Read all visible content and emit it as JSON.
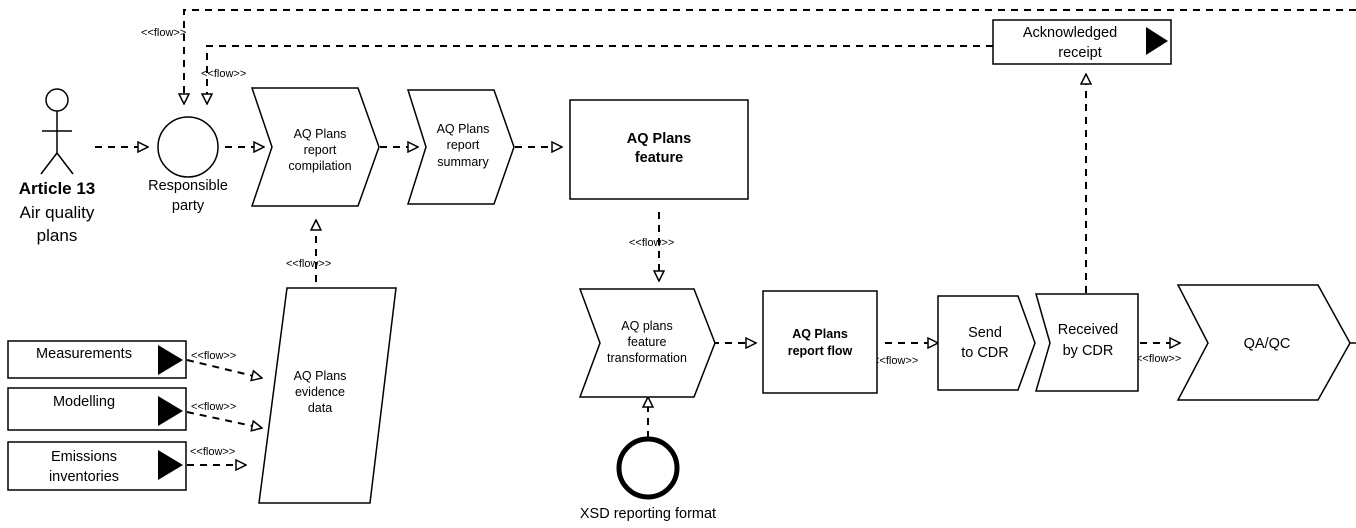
{
  "actor": {
    "title": "Article 13",
    "line1": "Air quality",
    "line2": "plans"
  },
  "responsible_party": {
    "line1": "Responsible",
    "line2": "party"
  },
  "compilation": {
    "line1": "AQ Plans",
    "line2": "report",
    "line3": "compilation"
  },
  "summary": {
    "line1": "AQ Plans",
    "line2": "report",
    "line3": "summary"
  },
  "feature": {
    "line1": "AQ Plans",
    "line2": "feature"
  },
  "evidence": {
    "line1": "AQ Plans",
    "line2": "evidence",
    "line3": "data"
  },
  "inputs": {
    "measurements": "Measurements",
    "modelling": "Modelling",
    "emissions_line1": "Emissions",
    "emissions_line2": "inventories"
  },
  "transformation": {
    "line1": "AQ plans",
    "line2": "feature",
    "line3": "transformation"
  },
  "report_flow": {
    "line1": "AQ Plans",
    "line2": "report flow"
  },
  "send_cdr": {
    "line1": "Send",
    "line2": "to CDR"
  },
  "received_cdr": {
    "line1": "Received",
    "line2": "by CDR"
  },
  "qaqc": "QA/QC",
  "acknowledged": {
    "line1": "Acknowledged",
    "line2": "receipt"
  },
  "xsd": "XSD reporting format",
  "flow_label": "<<flow>>"
}
